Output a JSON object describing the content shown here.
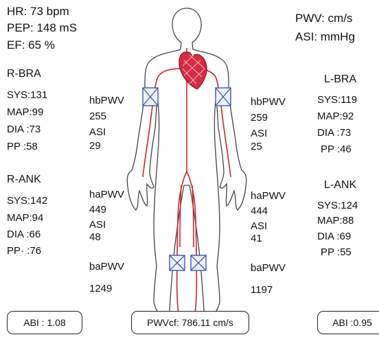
{
  "header_left": {
    "hr": "HR: 73  bpm",
    "pep": "PEP: 148 mS",
    "ef": "EF: 65   %"
  },
  "header_right": {
    "pwv_unit": "PWV: cm/s",
    "asi_unit": "ASI: mmHg"
  },
  "r_bra": {
    "title": "R-BRA",
    "sys": "SYS:131",
    "map": "MAP:99",
    "dia": "DIA  :73",
    "pp": "PP  :58"
  },
  "r_ank": {
    "title": "R-ANK",
    "sys": "SYS:142",
    "map": "MAP:94",
    "dia": "DIA  :66",
    "pp": "PP· :76"
  },
  "l_bra": {
    "title": "L-BRA",
    "sys": "SYS:119",
    "map": "MAP:92",
    "dia": "DIA  :73",
    "pp": "PP  :46"
  },
  "l_ank": {
    "title": "L-ANK",
    "sys": "SYS:124",
    "map": "MAP:88",
    "dia": "DIA  :69",
    "pp": "PP  :55"
  },
  "left_mid": {
    "hb_label": "hbPWV",
    "hb_value": "255",
    "hb_asi_label": "ASI",
    "hb_asi_value": "29",
    "ha_label": "haPWV",
    "ha_value": "449",
    "ha_asi_label": "ASI",
    "ha_asi_value": "48",
    "ba_label": "baPWV",
    "ba_value": "1249"
  },
  "right_mid": {
    "hb_label": "hbPWV",
    "hb_value": "259",
    "hb_asi_label": "ASI",
    "hb_asi_value": "25",
    "ha_label": "haPWV",
    "ha_value": "444",
    "ha_asi_label": "ASI",
    "ha_asi_value": "41",
    "ba_label": "baPWV",
    "ba_value": "1197"
  },
  "bottom": {
    "abi_right_side": "ABI : 1.08",
    "pwvcf": "PWVcf: 786.11 cm/s",
    "abi_left_side": "ABI :0.95"
  },
  "colors": {
    "artery": "#c8262e",
    "heart": "#d42c42",
    "cuff": "#3a57b0",
    "outline": "#444444"
  },
  "icons": [
    "body-figure-icon",
    "heart-icon",
    "cuff-icon"
  ]
}
